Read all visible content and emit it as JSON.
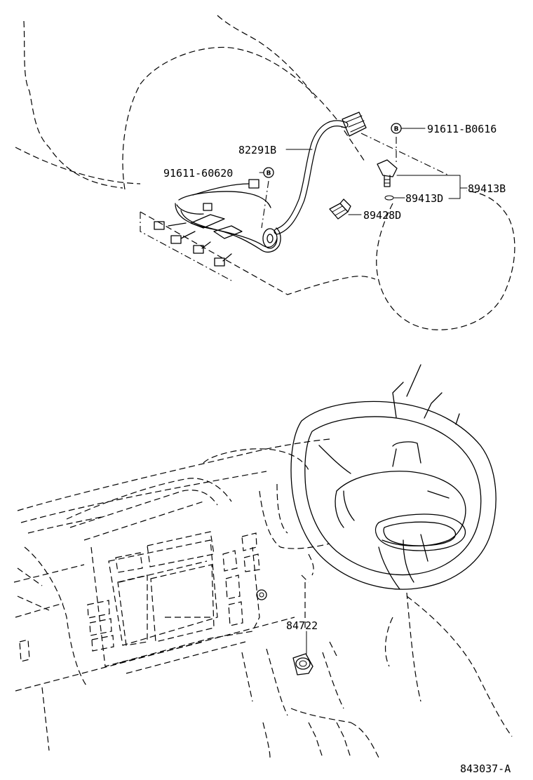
{
  "diagram": {
    "labels": {
      "bolt_a": "91611-B0616",
      "harness": "82291B",
      "bolt_b": "91611-60620",
      "sensor_assy": "89413B",
      "sensor": "89413D",
      "switch": "89428D",
      "lower_part": "84722",
      "figure_id": "843037-A"
    },
    "bolt_mark": "B"
  }
}
